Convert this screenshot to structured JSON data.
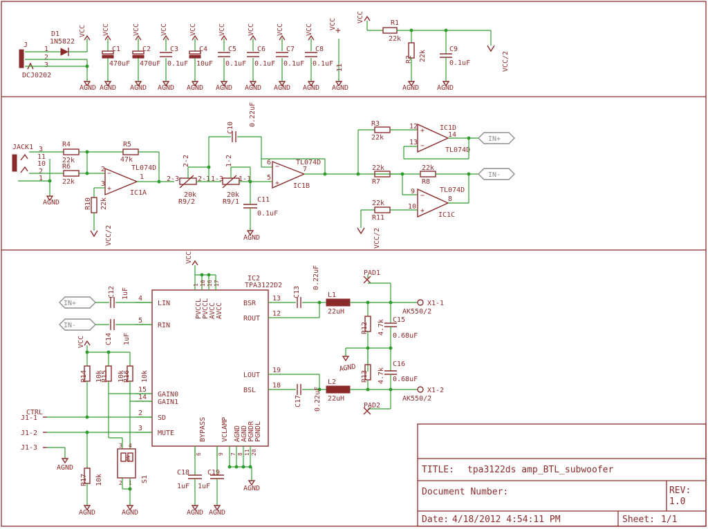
{
  "colors": {
    "symbol": "#8b2a2a",
    "wire": "#2e9c2e",
    "port": "#8c8c8c"
  },
  "power": {
    "jack_j": "J",
    "jack_j_pins": [
      "1",
      "2",
      "3"
    ],
    "jack_j_part": "DCJ0202",
    "diode_name": "D1",
    "diode_part": "1N5822",
    "vcc": "VCC",
    "agnd": "AGND",
    "vcc2": "VCC/2",
    "plus": "+",
    "pin11": "11",
    "caps": [
      {
        "name": "C1",
        "value": "470uF"
      },
      {
        "name": "C2",
        "value": "470uF"
      },
      {
        "name": "C3",
        "value": "0.1uF"
      },
      {
        "name": "C4",
        "value": "10uF"
      },
      {
        "name": "C5",
        "value": "0.1uF"
      },
      {
        "name": "C6",
        "value": "0.1uF"
      },
      {
        "name": "C7",
        "value": "0.1uF"
      },
      {
        "name": "C8",
        "value": "0.1uF"
      }
    ],
    "divider": {
      "r1": "R1",
      "r1v": "22k",
      "r2": "R2",
      "r2v": "22k",
      "c9": "C9",
      "c9v": "0.1uF"
    }
  },
  "input": {
    "jack": "JACK1",
    "jack_pins": [
      "3",
      "11",
      "10",
      "2",
      "1"
    ],
    "r4": "R4",
    "r4v": "22k",
    "r6": "R6",
    "r6v": "22k",
    "r5": "R5",
    "r5v": "47k",
    "r10": "R10",
    "r10v": "22k",
    "ic1a": "IC1A",
    "ic1a_part": "TL074D",
    "ic1b": "IC1B",
    "ic1b_part": "TL074D",
    "pot_a_pins": [
      "2-2",
      "2-3",
      "2-1"
    ],
    "pot_a_val": "20k",
    "pot_a": "R9/2",
    "pot_b_pins": [
      "1-2",
      "1-3",
      "1-1"
    ],
    "pot_b_val": "20k",
    "pot_b": "R9/1",
    "c10": "C10",
    "c10v": "0.22uF",
    "c11": "C11",
    "c11v": "0.1uF",
    "opamp_pins": {
      "p1": "1",
      "p2": "2",
      "p3": "3",
      "p5": "5",
      "p6": "6",
      "p7": "7"
    }
  },
  "driver": {
    "r3": "R3",
    "r3v": "22k",
    "r7": "R7",
    "r7v": "22k",
    "r8": "R8",
    "r8v": "22k",
    "r11": "R11",
    "r11v": "22k",
    "ic1d": "IC1D",
    "ic1d_part": "TL074D",
    "ic1c": "IC1C",
    "ic1c_part": "TL074D",
    "pins": {
      "p12": "12",
      "p13": "13",
      "p14": "14",
      "p9": "9",
      "p10": "10",
      "p8": "8"
    },
    "out_plus": "IN+",
    "out_minus": "IN-"
  },
  "amp": {
    "ic2": "IC2",
    "ic2_part": "TPA3122D2",
    "top_pins": [
      "1",
      "10",
      "16",
      "17"
    ],
    "top_names": [
      "PVCCL",
      "PVCCL",
      "AVCC",
      "AVCC"
    ],
    "left_pins": [
      {
        "num": "4",
        "name": "LIN"
      },
      {
        "num": "5",
        "name": "RIN"
      },
      {
        "num": "15",
        "name": "GAIN0"
      },
      {
        "num": "14",
        "name": "GAIN1"
      },
      {
        "num": "2",
        "name": "SD"
      },
      {
        "num": "3",
        "name": "MUTE"
      }
    ],
    "right_pins": [
      {
        "num": "13",
        "name": "BSR"
      },
      {
        "num": "12",
        "name": "ROUT"
      },
      {
        "num": "19",
        "name": "LOUT"
      },
      {
        "num": "18",
        "name": "BSL"
      }
    ],
    "bottom_pins": [
      {
        "num": "6",
        "name": "BYPASS"
      },
      {
        "num": "9",
        "name": "VCLAMP"
      },
      {
        "num": "7",
        "name": "AGND"
      },
      {
        "num": "8",
        "name": "AGND"
      },
      {
        "num": "11",
        "name": "PGNDR"
      },
      {
        "num": "20",
        "name": "PGNDL"
      }
    ],
    "in_plus": "IN+",
    "in_minus": "IN-",
    "c12": "C12",
    "c12v": "1uF",
    "c14": "C14",
    "c14v": "1uF",
    "c13": "C13",
    "c13v": "0.22uF",
    "c17": "C17",
    "c17v": "0.22uF",
    "l1": "L1",
    "l1v": "22uH",
    "l2": "L2",
    "l2v": "22uH",
    "r12": "R12",
    "r12v": "4.7k",
    "r13": "R13",
    "r13v": "4.7k",
    "c15": "C15",
    "c15v": "0.68uF",
    "c16": "C16",
    "c16v": "0.68uF",
    "pad1": "PAD1",
    "pad2": "PAD2",
    "x1_1": "X1-1",
    "x1_2": "X1-2",
    "ak": "AK550/2",
    "r14": "R14",
    "r14v": "10k",
    "r15": "R15",
    "r15v": "10k",
    "r16": "R16",
    "r16v": "10k",
    "r17": "R17",
    "r17v": "10k",
    "ctrl": "CTRL",
    "j1_1": "J1-1",
    "j1_2": "J1-2",
    "j1_3": "J1-3",
    "s1": "S1",
    "s1_on": "ON",
    "s1_pins": [
      "3",
      "4",
      "2",
      "1"
    ],
    "c18": "C18",
    "c18v": "1uF",
    "c19": "C19",
    "c19v": "1uF"
  },
  "titleblock": {
    "title_label": "TITLE:",
    "title": "tpa3122ds amp_BTL_subwoofer",
    "docnum_label": "Document Number:",
    "rev_label": "REV:",
    "rev": "1.0",
    "date_label": "Date:",
    "date": "4/18/2012 4:54:11 PM",
    "sheet_label": "Sheet:",
    "sheet": "1/1"
  }
}
